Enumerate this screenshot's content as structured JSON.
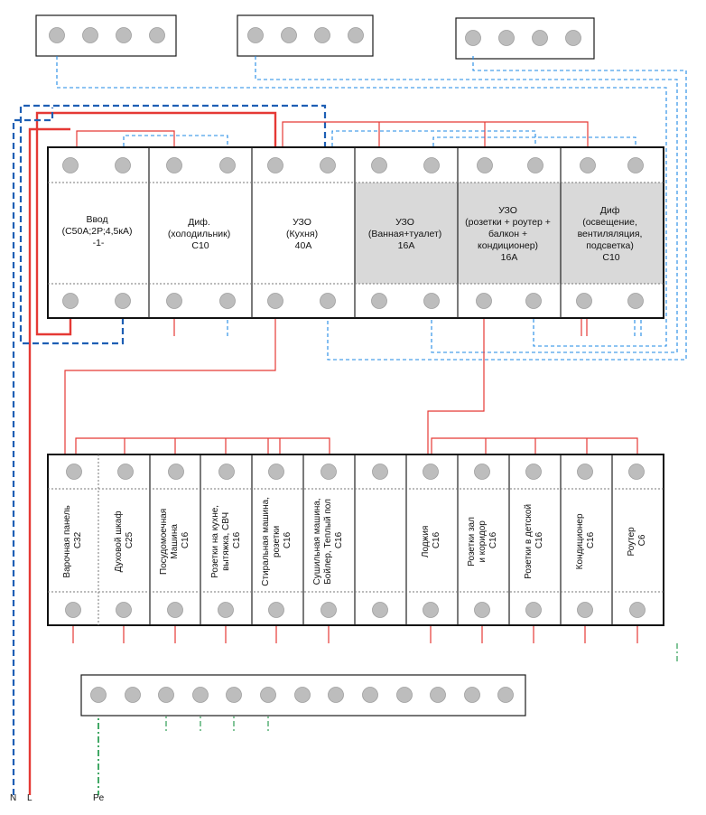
{
  "top_device_labels": [
    [
      "Ввод",
      "(С50А;2Р;4,5кА)",
      "-1-"
    ],
    [
      "Диф.",
      "(холодильник)",
      "С10"
    ],
    [
      "УЗО",
      "(Кухня)",
      "40А"
    ],
    [
      "УЗО",
      "(Ванная+туалет)",
      "16А"
    ],
    [
      "УЗО",
      "(розетки + роутер +",
      "балкон +",
      "кондиционер)",
      "16А"
    ],
    [
      "Диф",
      "(освещение,",
      "вентиляляция,",
      "подсветка)",
      "С10"
    ]
  ],
  "top_device_shaded": [
    false,
    false,
    false,
    true,
    true,
    true
  ],
  "bottom_breaker_labels": [
    [
      "Варочная панель",
      "С32"
    ],
    [
      "Духовой шкаф",
      "С25"
    ],
    [
      "Посудомоечная",
      "Машина",
      "С16"
    ],
    [
      "Розетки на кухне,",
      "вытяжка, СВЧ",
      "С16"
    ],
    [
      "Стиральная машина,",
      "розетки",
      "С16"
    ],
    [
      "Сушильная машина,",
      "Бойлер, Теплый пол",
      "С16"
    ],
    [],
    [
      "Лоджия",
      "С16"
    ],
    [
      "Розетки зал",
      "и коридор",
      "С16"
    ],
    [
      "Розетки в детской",
      "С16"
    ],
    [
      "Кондиционер",
      "С16"
    ],
    [
      "Роутер",
      "С6"
    ]
  ],
  "wire_end_labels": [
    "N",
    "L",
    "Pe"
  ],
  "colors": {
    "phase": "#e53935",
    "neutral": "#1e88e5",
    "ground": "#2e9e55",
    "shaded_module": "#d9d9d9"
  }
}
